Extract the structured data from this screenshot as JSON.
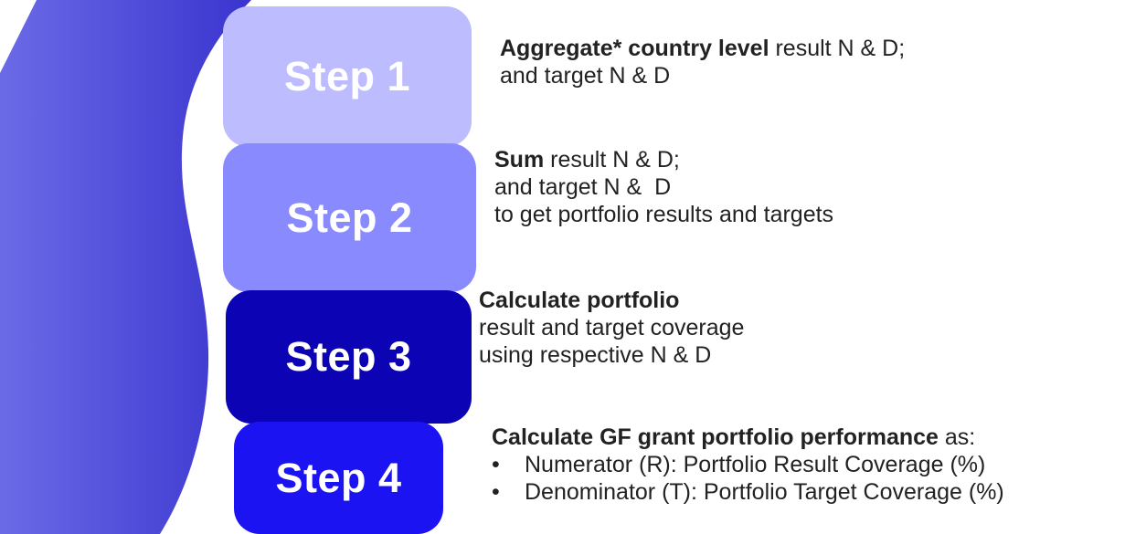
{
  "colors": {
    "band_light": "#6b6be6",
    "band_dark": "#3a34cf",
    "step1": "#bcbcff",
    "step2": "#8a8aff",
    "step3": "#0b03b4",
    "step4": "#1b13f2",
    "text": "#222222"
  },
  "steps": [
    {
      "label": "Step 1",
      "bold": "Aggregate* country level",
      "rest": " result N & D;",
      "line2": "and target N & D"
    },
    {
      "label": "Step 2",
      "bold": "Sum",
      "rest": " result N & D;",
      "line2": "and target N &  D",
      "line3": "to get portfolio results and targets"
    },
    {
      "label": "Step 3",
      "bold": "Calculate portfolio",
      "line2": "result and target coverage",
      "line3": "using respective N & D"
    },
    {
      "label": "Step 4",
      "bold": "Calculate GF grant portfolio performance",
      "rest": " as:",
      "bullets": [
        "Numerator (R): Portfolio Result Coverage (%)",
        "Denominator (T): Portfolio Target Coverage (%)"
      ],
      "bullet_symbol": "•"
    }
  ]
}
